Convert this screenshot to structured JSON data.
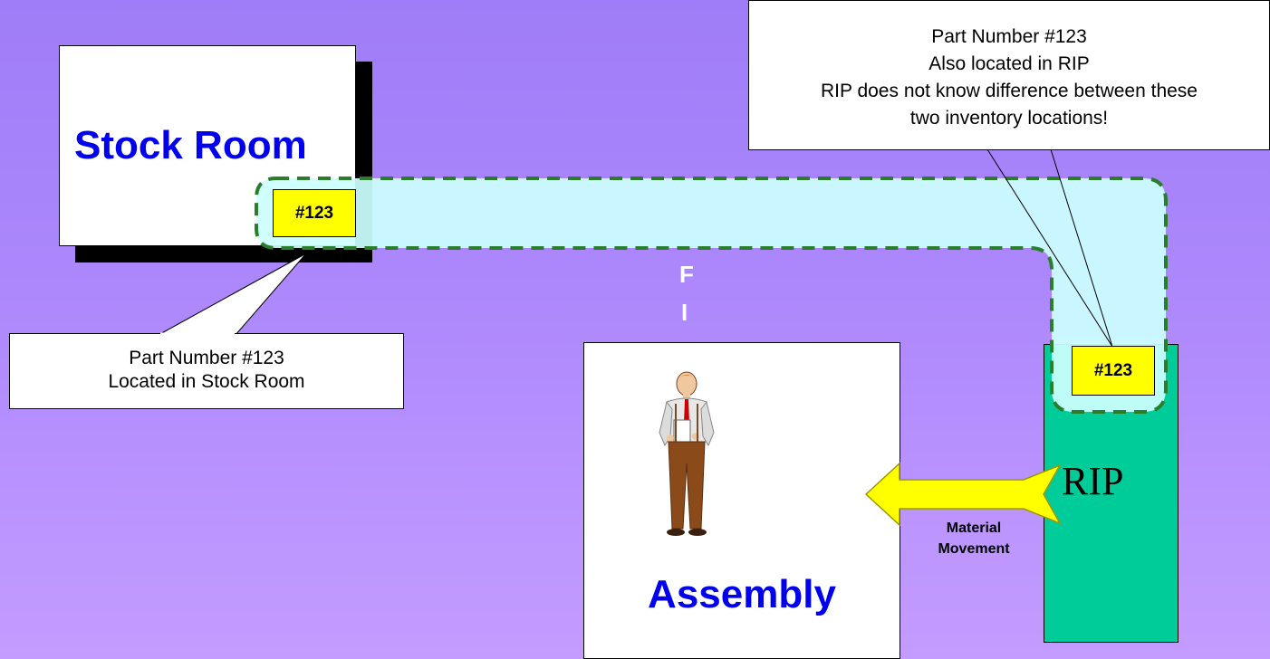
{
  "stock_room": {
    "title": "Stock Room"
  },
  "tags": {
    "stock_tag": "#123",
    "rip_tag": "#123"
  },
  "callout_left": {
    "line1": "Part Number #123",
    "line2": "Located in Stock Room"
  },
  "callout_right": {
    "line1": "Part Number #123",
    "line2": "Also located in RIP",
    "line3": "RIP does not know difference between these",
    "line4": "two inventory locations!"
  },
  "fi_label": {
    "f": "F",
    "i": "I"
  },
  "assembly": {
    "title": "Assembly"
  },
  "rip": {
    "label": "RIP"
  },
  "arrow": {
    "label_line1": "Material",
    "label_line2": "Movement"
  },
  "colors": {
    "background": "#a580fa",
    "inventory_band": "#ccffff",
    "dashed_outline": "#2a7d2a",
    "rip_fill": "#00cc99",
    "tag_fill": "#ffff00",
    "arrow_fill": "#ffff00",
    "title_blue": "#0000ee"
  },
  "icons": {
    "person": "person-holding-paper-icon"
  }
}
